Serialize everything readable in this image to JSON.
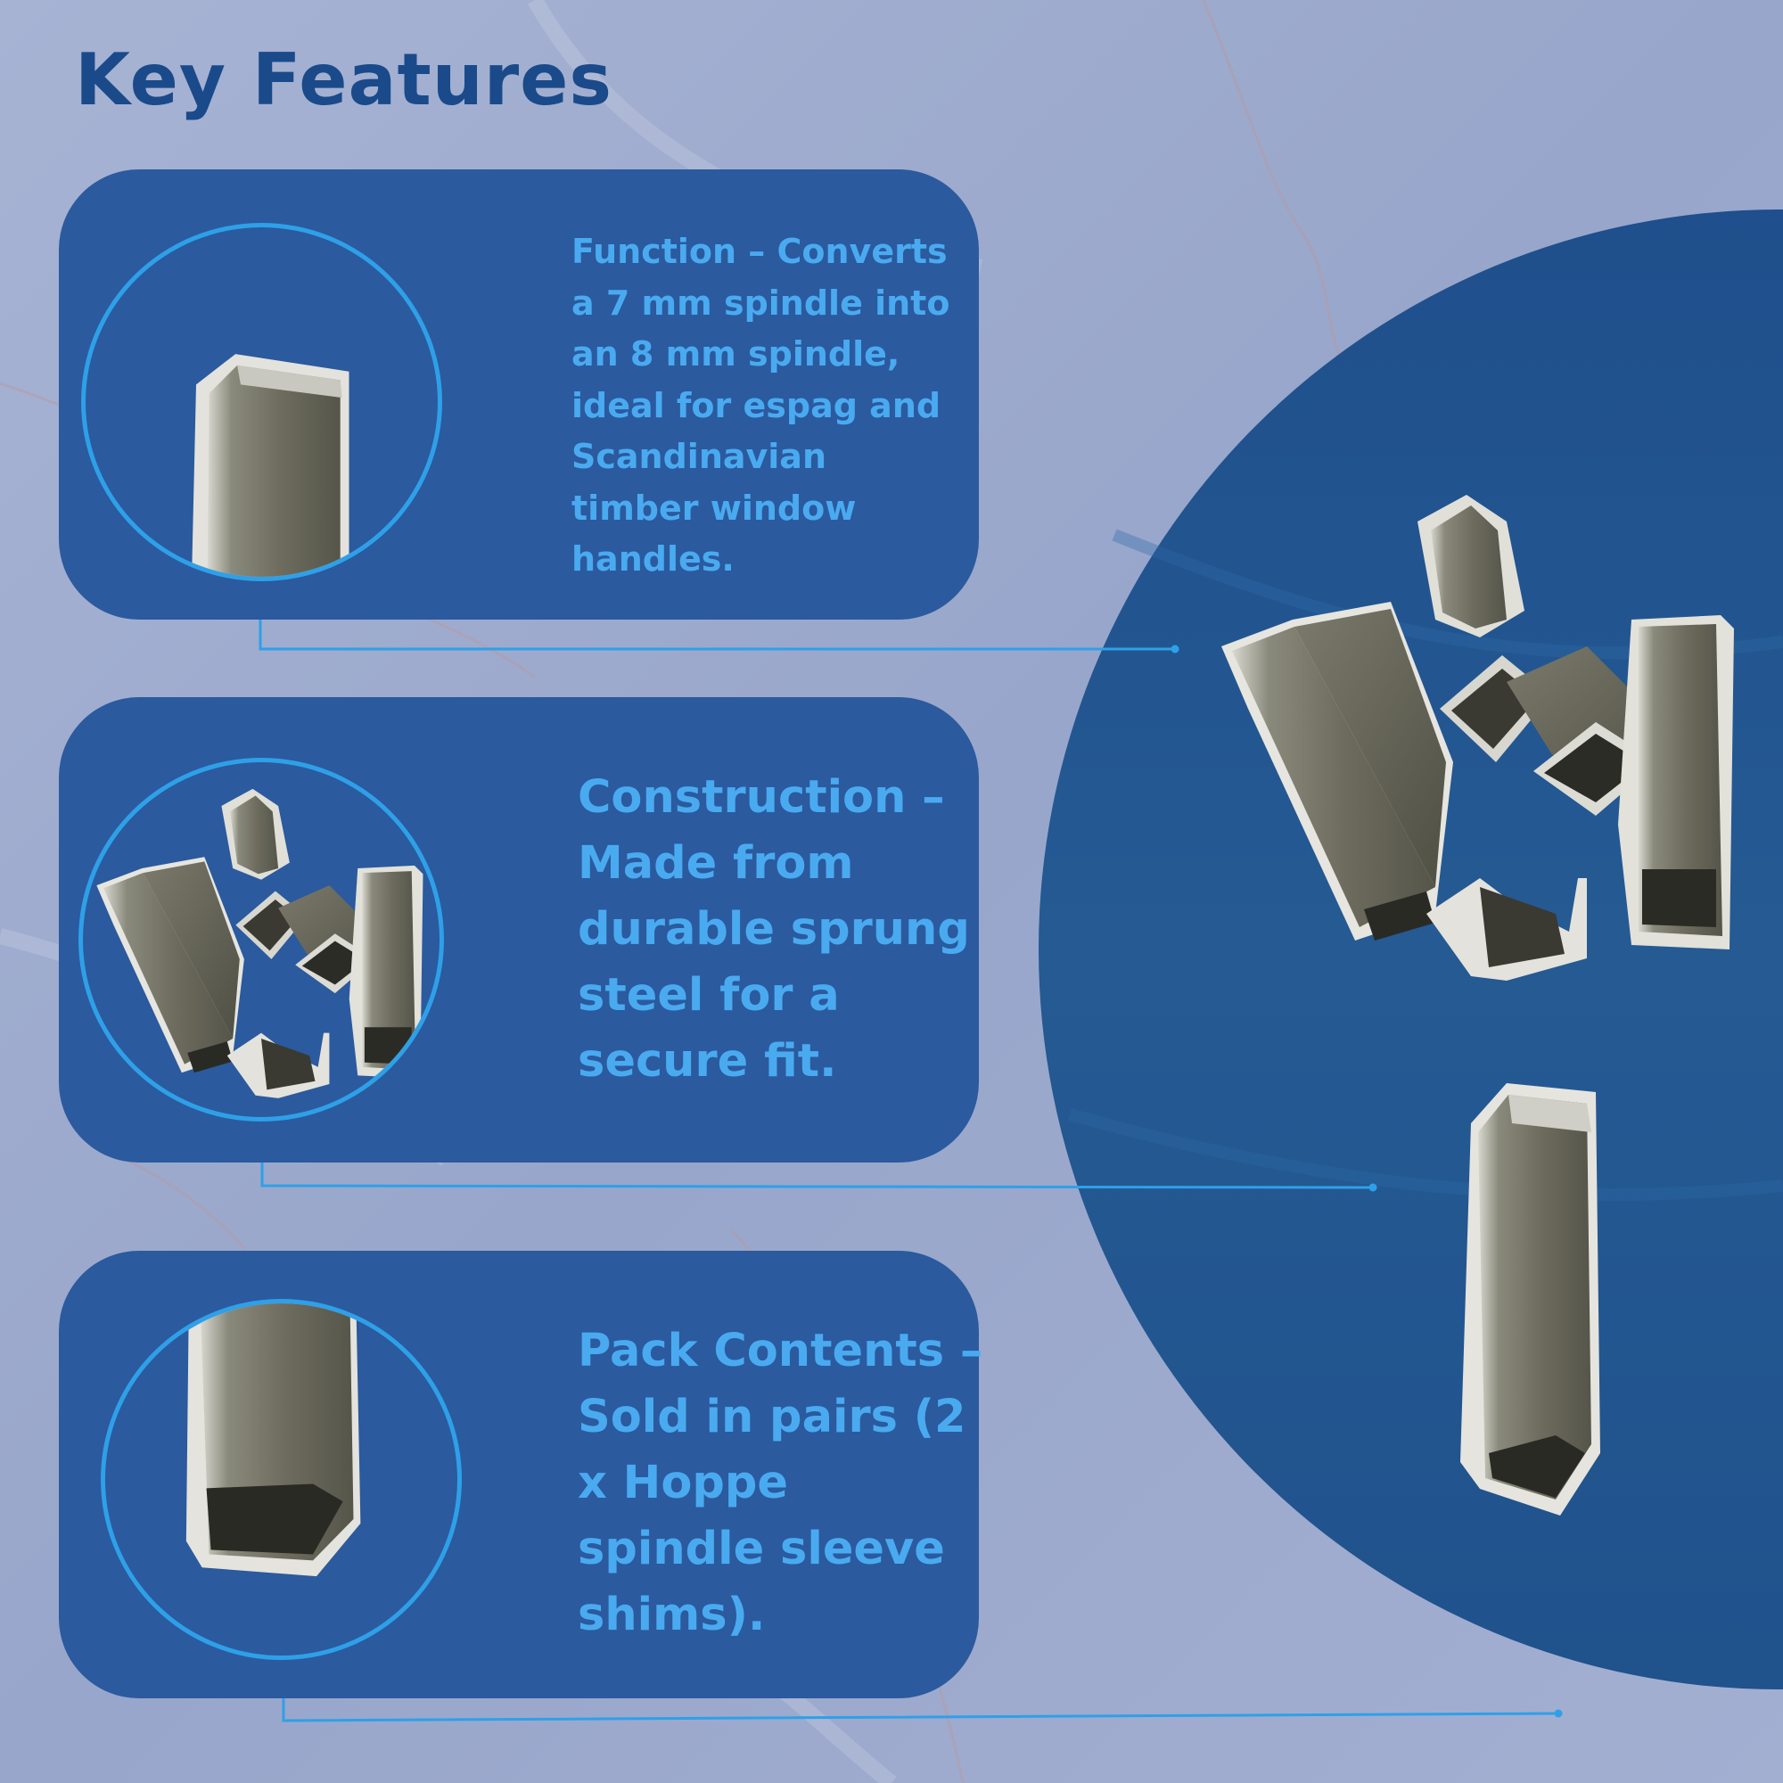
{
  "title": "Key Features",
  "colors": {
    "background": "#9aa8cc",
    "card": "#2b5a9e",
    "feature_text": "#4aaaf0",
    "title": "#1a4a8a",
    "accent_line": "#2ea0e8",
    "right_panel": "#23578f"
  },
  "features": [
    {
      "text": "Function – Converts a 7 mm spindle into an 8 mm spindle, ideal for espag and Scandinavian timber window handles.",
      "image": "single-shim-photo"
    },
    {
      "text": "Construction – Made from durable sprung steel for a secure fit.",
      "image": "shim-pile-photo"
    },
    {
      "text": "Pack Contents – Sold in pairs (2 x Hoppe spindle sleeve shims).",
      "image": "single-shim-end-photo"
    }
  ],
  "product_images": [
    "shim-pile-photo",
    "single-shim-photo"
  ]
}
